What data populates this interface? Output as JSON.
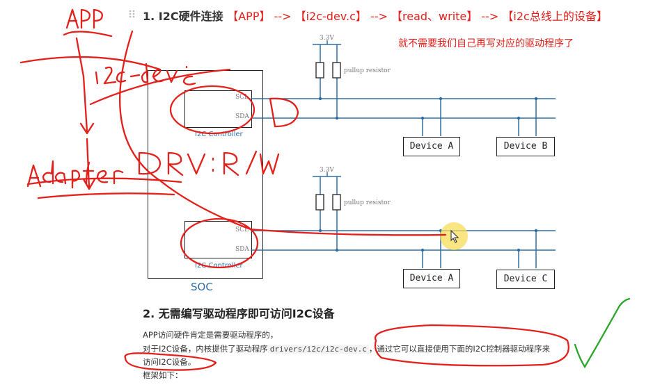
{
  "heading1": {
    "number": "1.",
    "title": "I2C硬件连接",
    "chain": "【APP】 --> 【i2c-dev.c】 --> 【read、write】 --> 【i2c总线上的设备】"
  },
  "note_red": "就不需要我们自己再写对应的驱动程序了",
  "diagram_top": {
    "voltage": "3.3V",
    "pullup": "pullup resistor",
    "scl": "SCL",
    "sda": "SDA",
    "controller": "I2C Controller",
    "devices": [
      "Device A",
      "Device B"
    ]
  },
  "diagram_bottom": {
    "voltage": "3.3V",
    "pullup": "pullup resistor",
    "scl": "SCL",
    "sda": "SDA",
    "controller": "I2C Controller",
    "devices": [
      "Device A",
      "Device C"
    ]
  },
  "soc_label": "SOC",
  "heading2": "2. 无需编写驱动程序即可访问I2C设备",
  "paragraph": {
    "line1": "APP访问硬件肯定是需要驱动程序的，",
    "line2_pre": "对于I2C设备，内核提供了驱动程序",
    "line2_code": "drivers/i2c/i2c-dev.c",
    "line2_post": "，通过它可以直接使用下面的I2C控制器驱动程序来",
    "line3": "访问I2C设备。",
    "line4": "框架如下："
  },
  "annotations": {
    "app": "APP",
    "i2c_dev": "i2c-dev.c",
    "adapter": "Adapter DRV : R/W",
    "ink_red": "#e3201b",
    "ink_green": "#2aa52a"
  },
  "colors": {
    "wire": "#2e6da4",
    "text_red": "#e3201b"
  }
}
